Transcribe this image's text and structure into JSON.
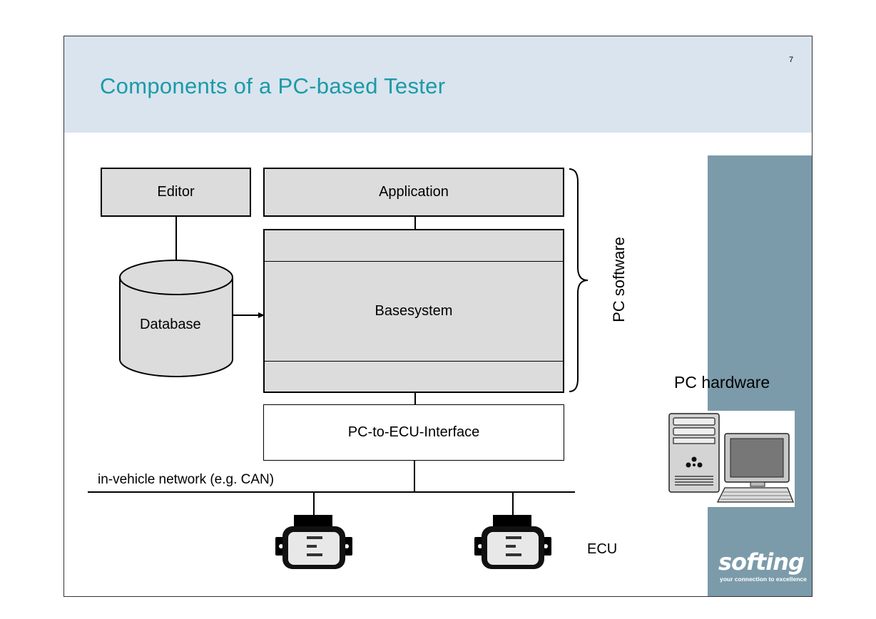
{
  "slide": {
    "title": "Components of a PC-based Tester",
    "page_number": "7"
  },
  "diagram": {
    "editor": "Editor",
    "application": "Application",
    "database": "Database",
    "basesystem": "Basesystem",
    "pc_software": "PC software",
    "pc_hardware": "PC hardware",
    "interface": "PC-to-ECU-Interface",
    "network": "in-vehicle network (e.g. CAN)",
    "ecu": "ECU"
  },
  "branding": {
    "logo_text": "softing",
    "tagline": "your connection to excellence"
  },
  "colors": {
    "title": "#1b9aa8",
    "header_band": "#d9e4ee",
    "sidebar": "#7b9baa",
    "box_fill": "#dcdcdc"
  }
}
